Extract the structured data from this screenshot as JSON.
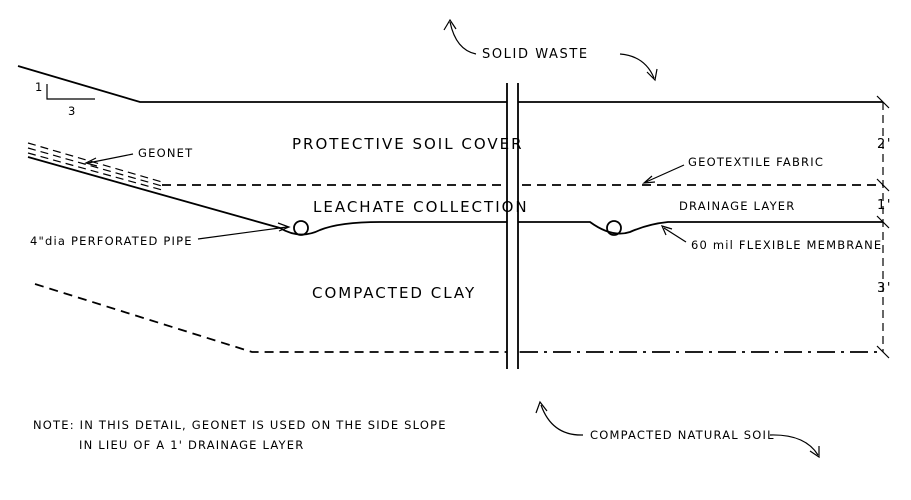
{
  "slope": {
    "rise": "1",
    "run": "3"
  },
  "labels": {
    "solid_waste": "SOLID WASTE",
    "protective_soil_cover": "PROTECTIVE SOIL COVER",
    "geonet": "GEONET",
    "geotextile_fabric": "GEOTEXTILE FABRIC",
    "leachate_collection": "LEACHATE COLLECTION",
    "drainage_layer": "DRAINAGE LAYER",
    "perforated_pipe": "4\"dia PERFORATED PIPE",
    "flexible_membrane": "60 mil FLEXIBLE MEMBRANE",
    "compacted_clay": "COMPACTED CLAY",
    "compacted_natural_soil": "COMPACTED NATURAL SOIL"
  },
  "dimensions": {
    "cover": "2'",
    "drainage": "1'",
    "clay": "3'"
  },
  "note": {
    "line1": "NOTE: IN THIS DETAIL, GEONET IS USED ON THE SIDE SLOPE",
    "line2": "IN LIEU OF A 1' DRAINAGE LAYER"
  }
}
